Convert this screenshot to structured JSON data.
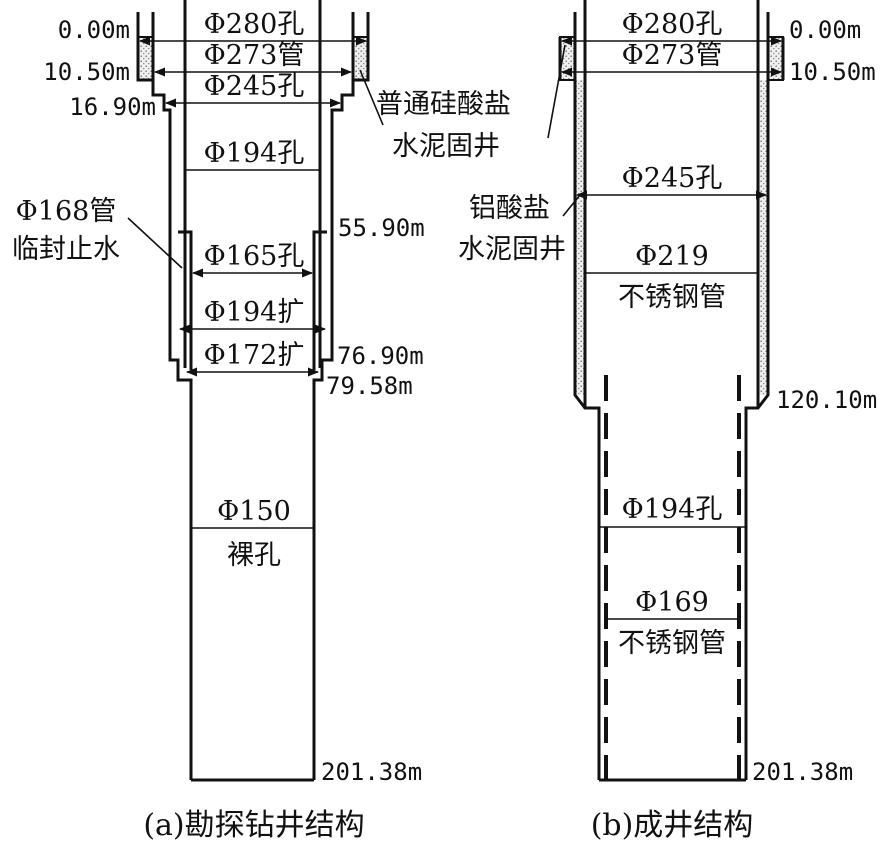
{
  "panel_a": {
    "caption": "(a)勘探钻井结构",
    "depths": {
      "d0": "0.00m",
      "d1": "10.50m",
      "d2": "16.90m",
      "d3": "55.90m",
      "d4": "76.90m",
      "d5": "79.58m",
      "d6": "201.38m"
    },
    "labels": {
      "hole280": "Φ280孔",
      "pipe273": "Φ273管",
      "hole245": "Φ245孔",
      "hole194": "Φ194孔",
      "hole165": "Φ165孔",
      "ream194": "Φ194扩",
      "ream172": "Φ172扩",
      "bare150": "Φ150",
      "bare_hole": "裸孔",
      "pipe168_line1": "Φ168管",
      "pipe168_line2": "临封止水",
      "cement_line1": "普通硅酸盐",
      "cement_line2": "水泥固井"
    }
  },
  "panel_b": {
    "caption": "(b)成井结构",
    "depths": {
      "d0": "0.00m",
      "d1": "10.50m",
      "d2": "120.10m",
      "d3": "201.38m"
    },
    "labels": {
      "hole280": "Φ280孔",
      "pipe273": "Φ273管",
      "hole245": "Φ245孔",
      "pipe219": "Φ219",
      "ss219": "不锈钢管",
      "hole194": "Φ194孔",
      "pipe169": "Φ169",
      "ss169": "不锈钢管",
      "cement_line1": "铝酸盐",
      "cement_line2": "水泥固井"
    }
  }
}
